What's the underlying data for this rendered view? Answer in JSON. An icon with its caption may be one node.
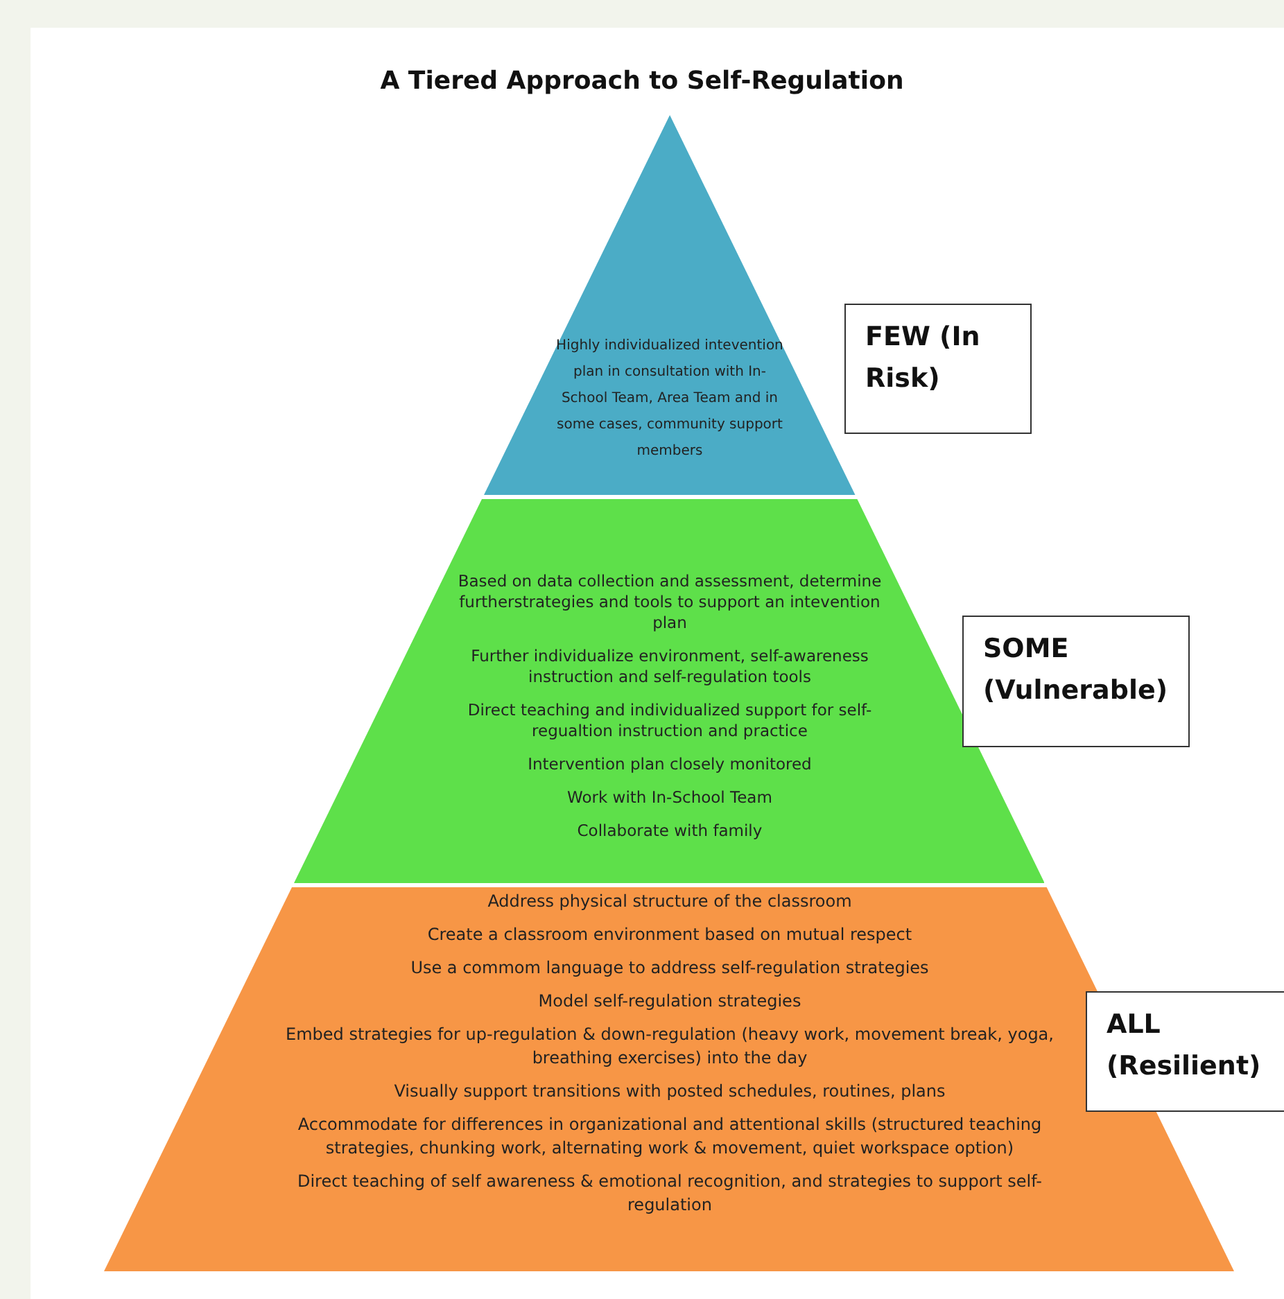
{
  "diagram": {
    "title": "A Tiered Approach to Self-Regulation",
    "nodes": [
      {
        "text": [
          "Highly individualized intevention plan in consultation with In-School Team, Area Team and in some cases, community support members"
        ]
      },
      {
        "text": [
          "Based on data collection and assessment, determine furtherstrategies and tools to support an intevention plan",
          "Further individualize environment, self-awareness instruction and self-regulation tools",
          "Direct teaching and individualized support for self-regualtion instruction and practice",
          "Intervention plan closely monitored",
          "Work with In-School Team",
          "Collaborate with family"
        ]
      },
      {
        "text": [
          "Address physical structure of the classroom",
          "Create a classroom environment based on mutual respect",
          "Use a commom language to address self-regulation strategies",
          "Model self-regulation strategies",
          "Embed strategies for up-regulation & down-regulation (heavy work, movement break, yoga, breathing exercises) into the day",
          "Visually support transitions with posted schedules, routines, plans",
          "Accommodate for differences in organizational and attentional skills (structured teaching strategies, chunking work, alternating work & movement, quiet workspace option)",
          "Direct teaching of self awareness & emotional recognition, and strategies to support self-regulation"
        ]
      },
      {
        "text": [
          "FEW (In Risk)"
        ]
      },
      {
        "text": [
          "SOME (Vulnerable)"
        ]
      },
      {
        "text": [
          "ALL (Resilient)"
        ]
      }
    ]
  }
}
